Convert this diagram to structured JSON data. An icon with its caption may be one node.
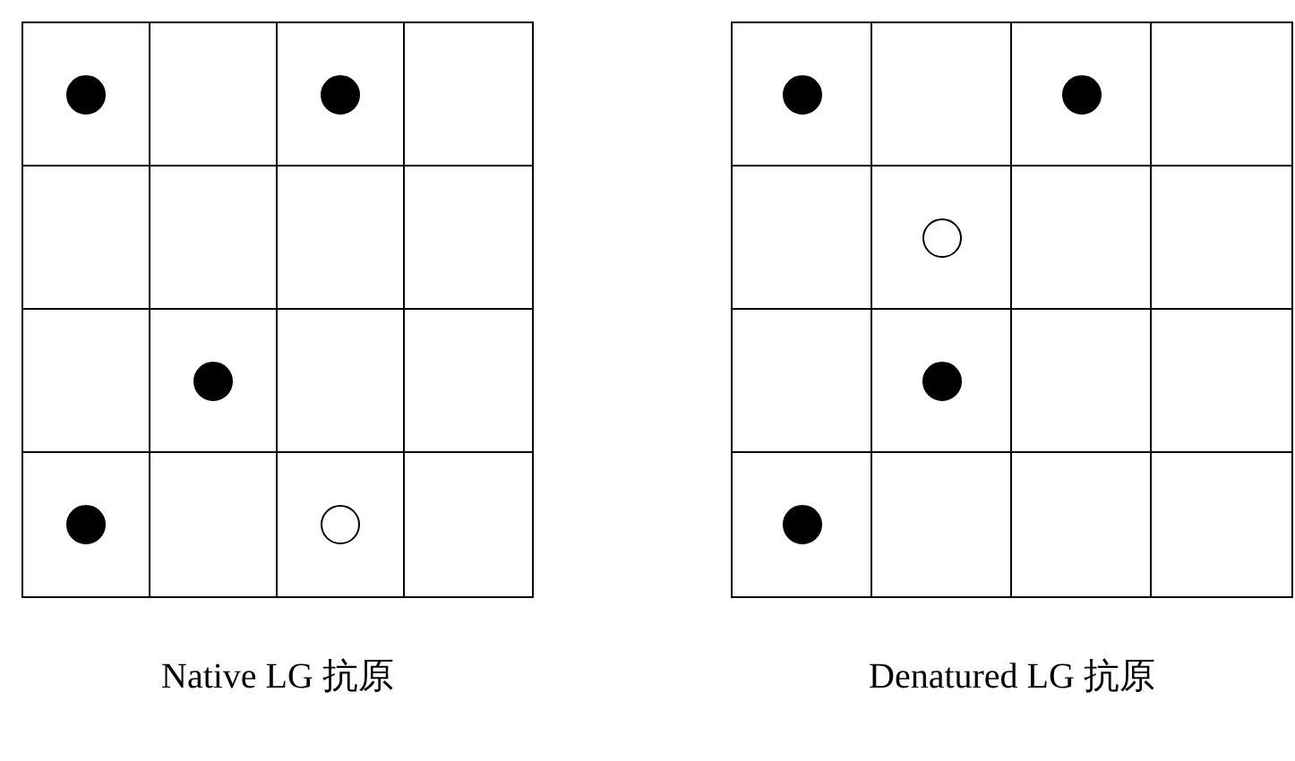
{
  "diagram": {
    "nodes": [
      {
        "text": [],
        "shape": "box",
        "beside": [
          "Native LG 抗原"
        ]
      },
      {
        "text": [],
        "shape": "box",
        "beside": [
          "Denatured LG 抗原"
        ]
      }
    ]
  }
}
